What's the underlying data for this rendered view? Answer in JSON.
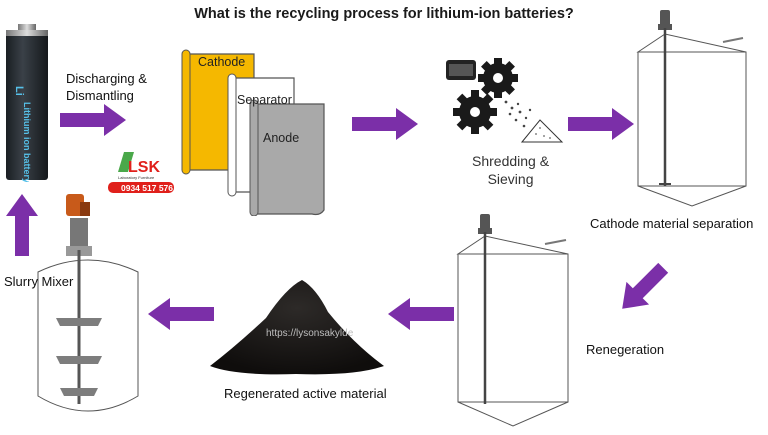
{
  "title": "What is the recycling process for lithium-ion batteries?",
  "battery": {
    "brand": "Li",
    "text": "Lithium ion battery"
  },
  "steps": {
    "discharging_line1": "Discharging &",
    "discharging_line2": "Dismantling",
    "shredding_line1": "Shredding &",
    "shredding_line2": "Sieving",
    "cathode_separation": "Cathode material separation",
    "regeneration": "Renegeration",
    "regenerated_material": "Regenerated active material",
    "slurry_mixer": "Slurry Mixer"
  },
  "sheets": {
    "cathode": "Cathode",
    "separator": "Separator",
    "anode": "Anode"
  },
  "logo": {
    "text": "LSK",
    "subtitle": "Laboratory Furniture",
    "phone": "0934 517 576"
  },
  "watermark": "https://lysonsakylde",
  "colors": {
    "arrow": "#7b2fa8",
    "cathode": "#f5b800",
    "separator": "#ffffff",
    "anode": "#a9a9a9",
    "logo_red": "#e0201b",
    "logo_green": "#4aa84a"
  }
}
